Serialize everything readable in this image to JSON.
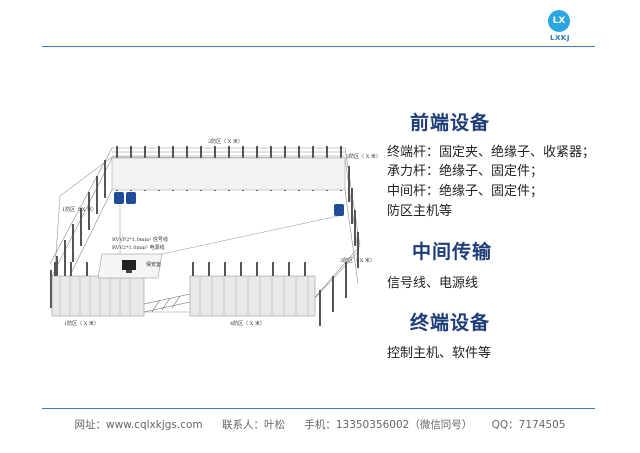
{
  "logo": {
    "mark": "LX",
    "text": "LXKJ"
  },
  "diagram": {
    "zone_labels": [
      "1防区（ X 米）",
      "2防区（ X 米）",
      "3防区（ X 米）",
      "4防区（ X 米）",
      "2防区（ X 米）",
      "1防区（ X 米）"
    ],
    "room_label": "保安室",
    "cable_labels": [
      "RVVP2*1.0mm² 信号线",
      "RVV2*1.0mm² 电源线"
    ]
  },
  "sections": [
    {
      "heading": "前端设备",
      "lines": [
        "终端杆：固定夹、绝缘子、收紧器；",
        "承力杆：绝缘子、固定件；",
        "中间杆：绝缘子、固定件；",
        "防区主机等"
      ]
    },
    {
      "heading": "中间传输",
      "lines": [
        "信号线、电源线"
      ]
    },
    {
      "heading": "终端设备",
      "lines": [
        "控制主机、软件等"
      ]
    }
  ],
  "footer": {
    "website": "网址：www.cqlxkjgs.com",
    "contact": "联系人：叶松",
    "phone": "手机：13350356002（微信同号）",
    "qq": "QQ：7174505"
  }
}
